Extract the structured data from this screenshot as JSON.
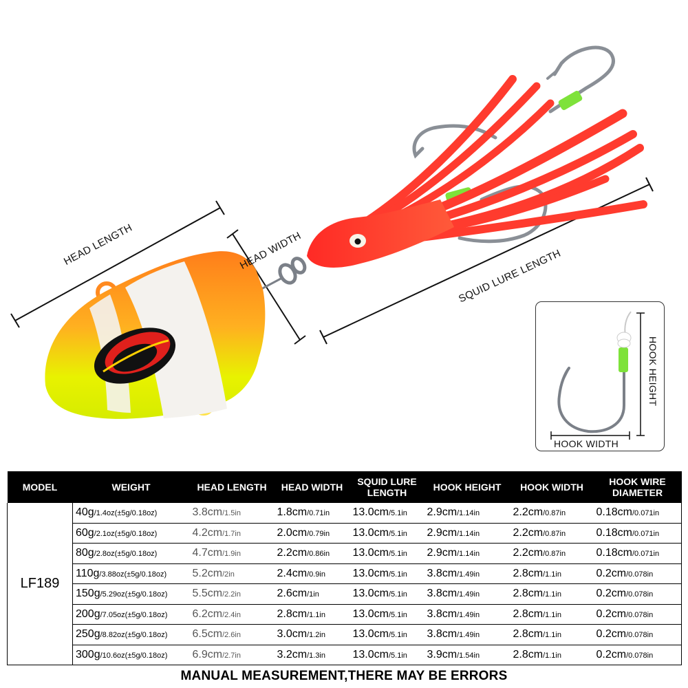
{
  "labels": {
    "head_length": "HEAD LENGTH",
    "head_width": "HEAD WIDTH",
    "squid_lure_length": "SQUID LURE LENGTH",
    "hook_height": "HOOK HEIGHT",
    "hook_width": "HOOK WIDTH"
  },
  "table": {
    "headers": [
      "MODEL",
      "WEIGHT",
      "HEAD LENGTH",
      "HEAD WIDTH",
      "SQUID LURE LENGTH",
      "HOOK HEIGHT",
      "HOOK WIDTH",
      "HOOK WIRE DIAMETER"
    ],
    "model": "LF189",
    "rows": [
      {
        "weight": "40g",
        "weight_sub": "/1.4oz(±5g/0.18oz)",
        "head_length": "3.8cm",
        "head_length_sub": "/1.5in",
        "head_width": "1.8cm",
        "head_width_sub": "/0.71in",
        "squid": "13.0cm",
        "squid_sub": "/5.1in",
        "hook_height": "2.9cm",
        "hook_height_sub": "/1.14in",
        "hook_width": "2.2cm",
        "hook_width_sub": "/0.87in",
        "wire": "0.18cm",
        "wire_sub": "/0.071in"
      },
      {
        "weight": "60g",
        "weight_sub": "/2.1oz(±5g/0.18oz)",
        "head_length": "4.2cm",
        "head_length_sub": "/1.7in",
        "head_width": "2.0cm",
        "head_width_sub": "/0.79in",
        "squid": "13.0cm",
        "squid_sub": "/5.1in",
        "hook_height": "2.9cm",
        "hook_height_sub": "/1.14in",
        "hook_width": "2.2cm",
        "hook_width_sub": "/0.87in",
        "wire": "0.18cm",
        "wire_sub": "/0.071in"
      },
      {
        "weight": "80g",
        "weight_sub": "/2.8oz(±5g/0.18oz)",
        "head_length": "4.7cm",
        "head_length_sub": "/1.9in",
        "head_width": "2.2cm",
        "head_width_sub": "/0.86in",
        "squid": "13.0cm",
        "squid_sub": "/5.1in",
        "hook_height": "2.9cm",
        "hook_height_sub": "/1.14in",
        "hook_width": "2.2cm",
        "hook_width_sub": "/0.87in",
        "wire": "0.18cm",
        "wire_sub": "/0.071in"
      },
      {
        "weight": "110g",
        "weight_sub": "/3.88oz(±5g/0.18oz)",
        "head_length": "5.2cm",
        "head_length_sub": "/2in",
        "head_width": "2.4cm",
        "head_width_sub": "/0.9in",
        "squid": "13.0cm",
        "squid_sub": "/5.1in",
        "hook_height": "3.8cm",
        "hook_height_sub": "/1.49in",
        "hook_width": "2.8cm",
        "hook_width_sub": "/1.1in",
        "wire": "0.2cm",
        "wire_sub": "/0.078in"
      },
      {
        "weight": "150g",
        "weight_sub": "/5.29oz(±5g/0.18oz)",
        "head_length": "5.5cm",
        "head_length_sub": "/2.2in",
        "head_width": "2.6cm",
        "head_width_sub": "/1in",
        "squid": "13.0cm",
        "squid_sub": "/5.1in",
        "hook_height": "3.8cm",
        "hook_height_sub": "/1.49in",
        "hook_width": "2.8cm",
        "hook_width_sub": "/1.1in",
        "wire": "0.2cm",
        "wire_sub": "/0.078in"
      },
      {
        "weight": "200g",
        "weight_sub": "/7.05oz(±5g/0.18oz)",
        "head_length": "6.2cm",
        "head_length_sub": "/2.4in",
        "head_width": "2.8cm",
        "head_width_sub": "/1.1in",
        "squid": "13.0cm",
        "squid_sub": "/5.1in",
        "hook_height": "3.8cm",
        "hook_height_sub": "/1.49in",
        "hook_width": "2.8cm",
        "hook_width_sub": "/1.1in",
        "wire": "0.2cm",
        "wire_sub": "/0.078in"
      },
      {
        "weight": "250g",
        "weight_sub": "/8.82oz(±5g/0.18oz)",
        "head_length": "6.5cm",
        "head_length_sub": "/2.6in",
        "head_width": "3.0cm",
        "head_width_sub": "/1.2in",
        "squid": "13.0cm",
        "squid_sub": "/5.1in",
        "hook_height": "3.8cm",
        "hook_height_sub": "/1.49in",
        "hook_width": "2.8cm",
        "hook_width_sub": "/1.1in",
        "wire": "0.2cm",
        "wire_sub": "/0.078in"
      },
      {
        "weight": "300g",
        "weight_sub": "/10.6oz(±5g/0.18oz)",
        "head_length": "6.9cm",
        "head_length_sub": "/2.7in",
        "head_width": "3.2cm",
        "head_width_sub": "/1.3in",
        "squid": "13.0cm",
        "squid_sub": "/5.1in",
        "hook_height": "3.9cm",
        "hook_height_sub": "/1.54in",
        "hook_width": "2.8cm",
        "hook_width_sub": "/1.1in",
        "wire": "0.2cm",
        "wire_sub": "/0.078in"
      }
    ]
  },
  "footer_note": "MANUAL MEASUREMENT,THERE MAY BE ERRORS",
  "colors": {
    "squid": "#ff3b2e",
    "head_orange": "#ff8a1f",
    "head_yellow": "#e8f500",
    "stripe_white": "#f4f2ee",
    "eye_red": "#e0201c",
    "hook_steel": "#8a8f96",
    "tube_green": "#7ee23a",
    "header_bg": "#000000"
  }
}
